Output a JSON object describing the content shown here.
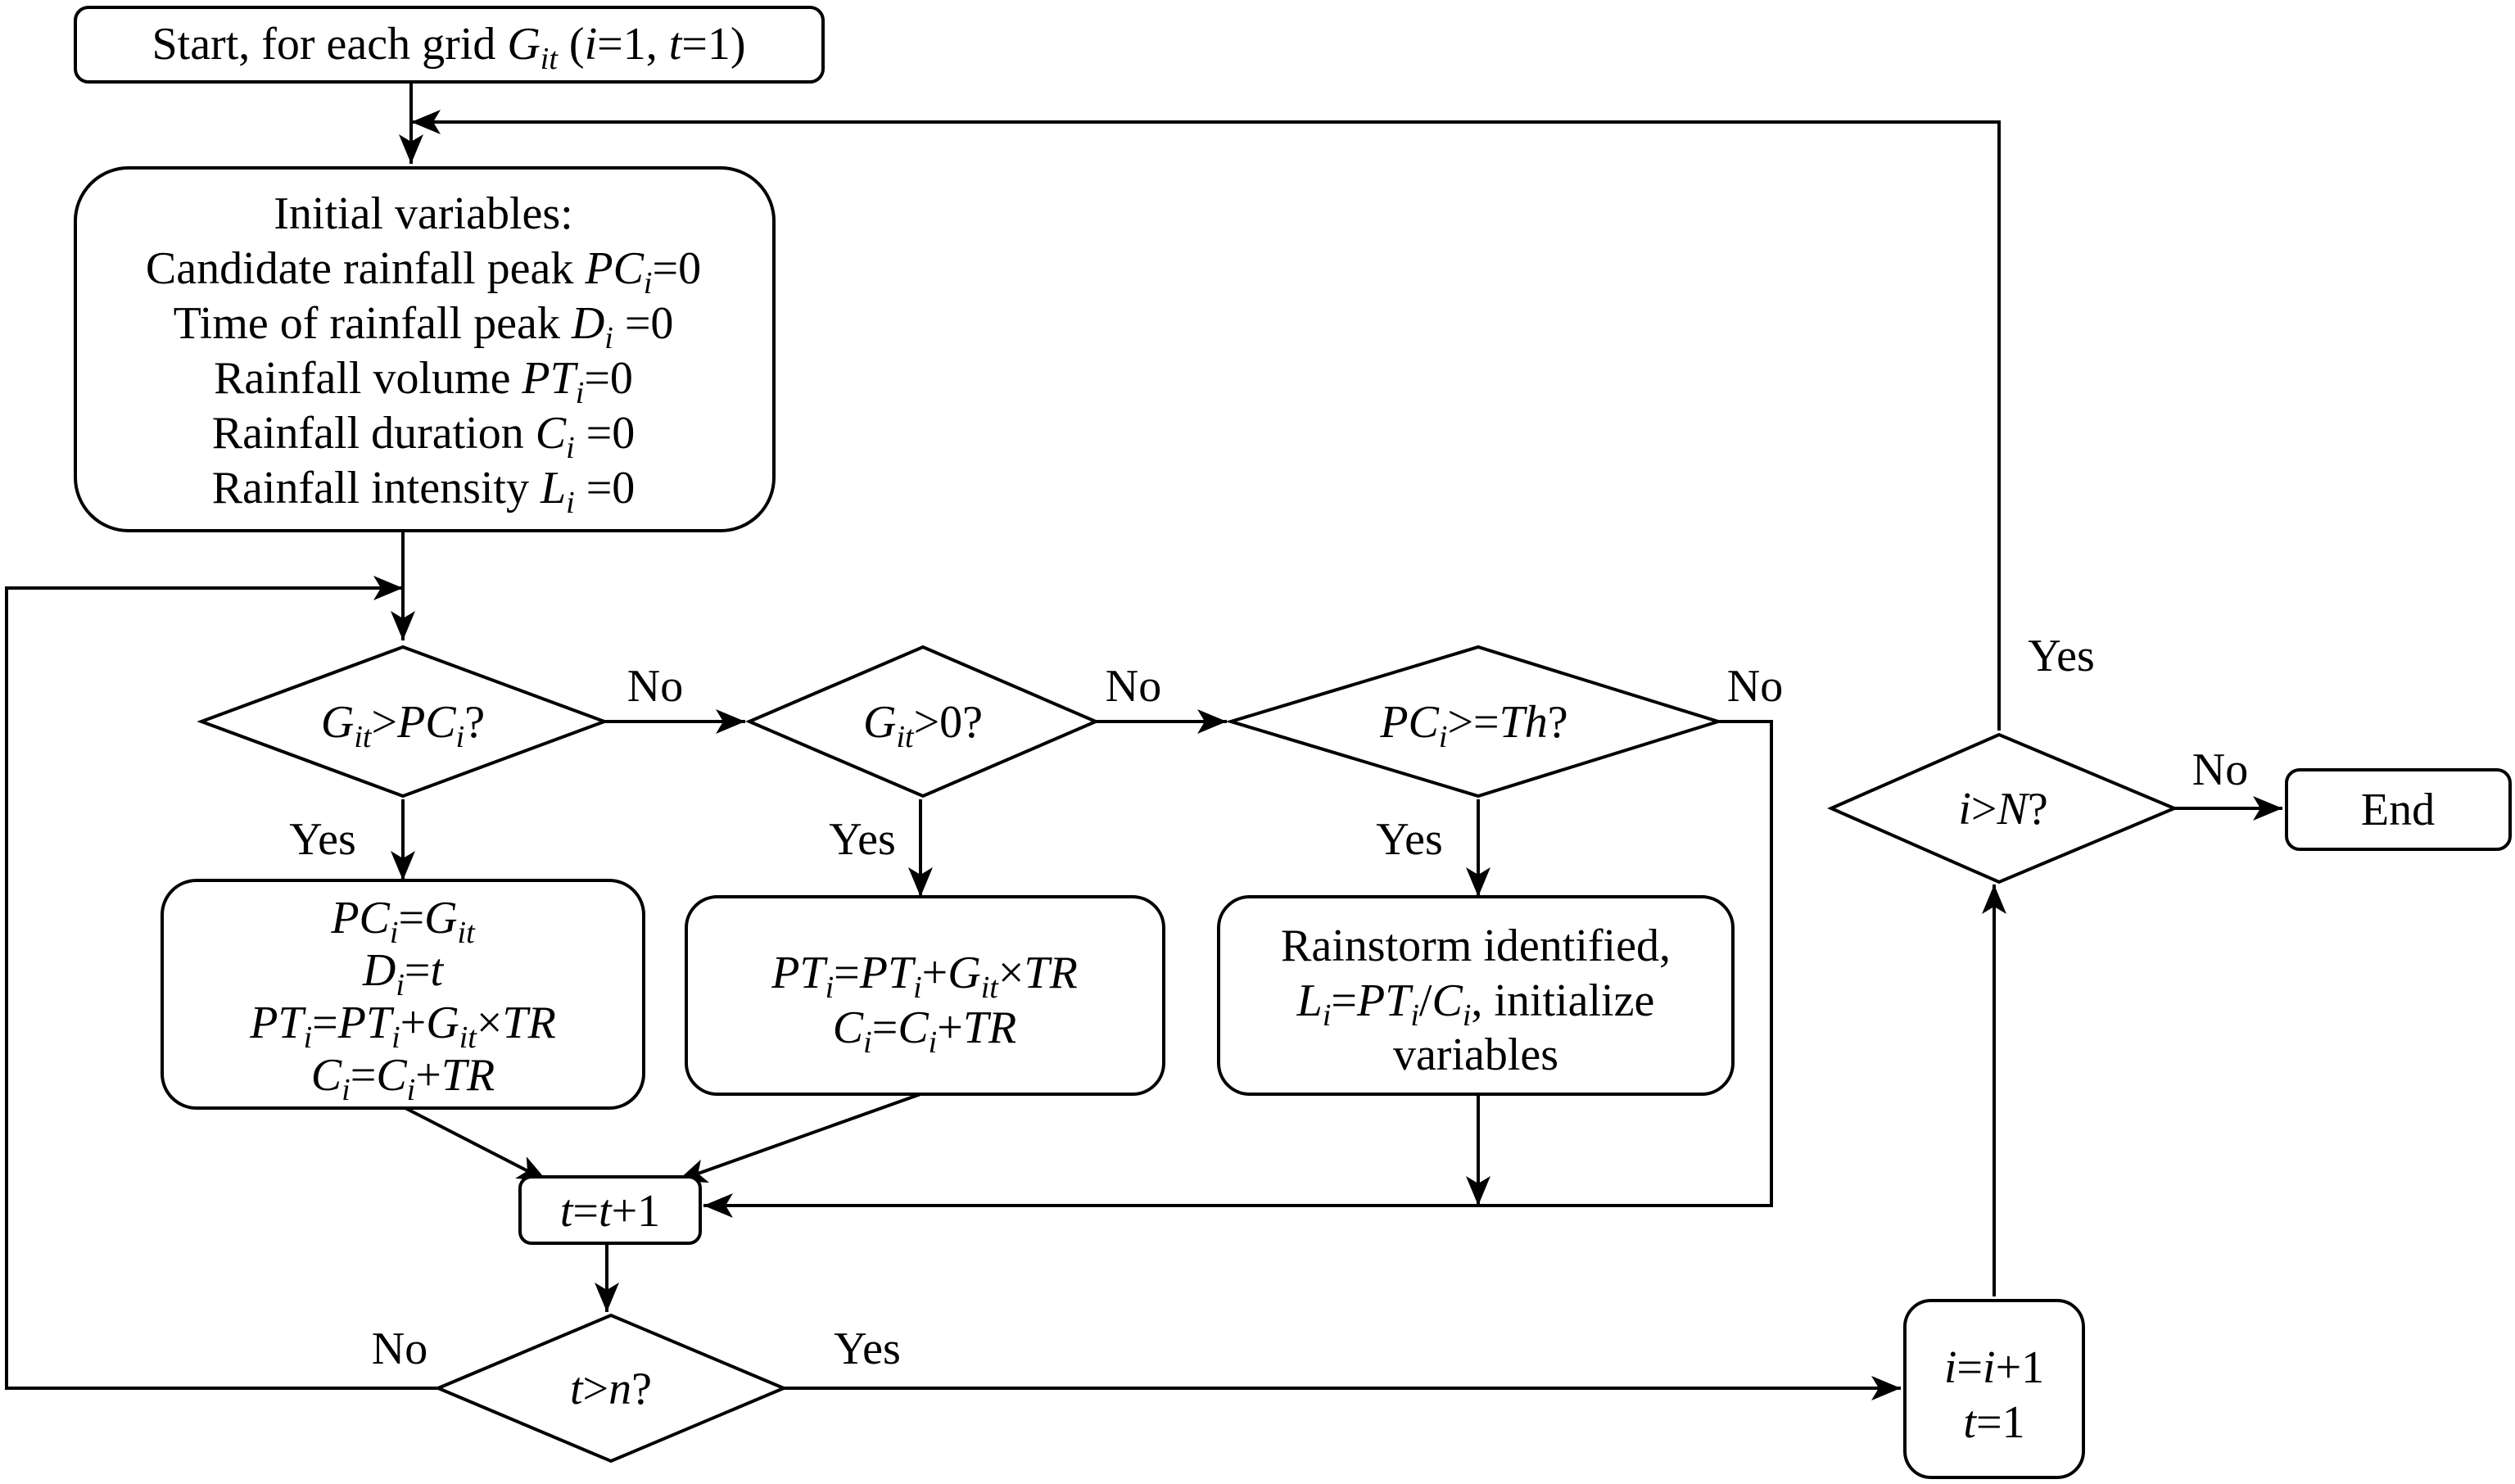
{
  "nodes": {
    "start": {
      "pre": "Start, for each grid ",
      "var": "G",
      "var_sub": "it",
      "mid1": " (",
      "i": "i",
      "eq1": "=1, ",
      "t": "t",
      "eq2": "=1)"
    },
    "init": {
      "title": "Initial variables:",
      "l1_pre": "Candidate rainfall peak ",
      "l1_var": "PC",
      "l1_sub": "i",
      "l1_post": "=0",
      "l2_pre": "Time of rainfall peak ",
      "l2_var": "D",
      "l2_sub": "i",
      "l2_post": " =0",
      "l3_pre": "Rainfall volume ",
      "l3_var": "PT",
      "l3_sub": "i",
      "l3_post": "=0",
      "l4_pre": "Rainfall duration ",
      "l4_var": "C",
      "l4_sub": "i",
      "l4_post": " =0",
      "l5_pre": "Rainfall intensity ",
      "l5_var": "L",
      "l5_sub": "i",
      "l5_post": " =0"
    },
    "d1": {
      "a": "G",
      "a_sub": "it",
      "op": ">",
      "b": "PC",
      "b_sub": "i",
      "q": "?"
    },
    "d2": {
      "a": "G",
      "a_sub": "it",
      "post": ">0?"
    },
    "d3": {
      "a": "PC",
      "a_sub": "i",
      "op": ">=",
      "b": "Th",
      "q": "?"
    },
    "b1": {
      "l1_a": "PC",
      "l1_a_sub": "i",
      "l1_eq": "=",
      "l1_b": "G",
      "l1_b_sub": "it",
      "l2_a": "D",
      "l2_a_sub": "i",
      "l2_eq": "=",
      "l2_b": "t",
      "l3_a": "PT",
      "l3_a_sub": "i",
      "l3_eq": "=",
      "l3_b": "PT",
      "l3_b_sub": "i",
      "l3_plus": "+",
      "l3_c": "G",
      "l3_c_sub": "it",
      "l3_x": "×",
      "l3_d": "TR",
      "l4_a": "C",
      "l4_a_sub": "i",
      "l4_eq": "=",
      "l4_b": "C",
      "l4_b_sub": "i",
      "l4_plus": "+",
      "l4_c": "TR"
    },
    "b2": {
      "l1_a": "PT",
      "l1_a_sub": "i",
      "l1_eq": "=",
      "l1_b": "PT",
      "l1_b_sub": "i",
      "l1_plus": "+",
      "l1_c": "G",
      "l1_c_sub": "it",
      "l1_x": "×",
      "l1_d": "TR",
      "l2_a": "C",
      "l2_a_sub": "i",
      "l2_eq": "=",
      "l2_b": "C",
      "l2_b_sub": "i",
      "l2_plus": "+",
      "l2_c": "TR"
    },
    "b3": {
      "l1": "Rainstorm identified,",
      "l2_a": "L",
      "l2_a_sub": "i",
      "l2_eq": "=",
      "l2_b": "PT",
      "l2_b_sub": "i",
      "l2_sl": "/",
      "l2_c": "C",
      "l2_c_sub": "i",
      "l2_post": ", initialize",
      "l3": "variables"
    },
    "inc_t": {
      "a": "t",
      "eq": "=",
      "b": "t",
      "post": "+1"
    },
    "d4": {
      "a": "t",
      "op": ">",
      "b": "n",
      "q": "?"
    },
    "inc_i": {
      "l1_a": "i",
      "l1_eq": "=",
      "l1_b": "i",
      "l1_post": "+1",
      "l2_a": "t",
      "l2_post": "=1"
    },
    "d5": {
      "a": "i",
      "op": ">",
      "b": "N",
      "q": "?"
    },
    "end": {
      "label": "End"
    }
  },
  "labels": {
    "d1_no": "No",
    "d1_yes": "Yes",
    "d2_no": "No",
    "d2_yes": "Yes",
    "d3_no": "No",
    "d3_yes": "Yes",
    "d4_no": "No",
    "d4_yes": "Yes",
    "d5_yes": "Yes",
    "d5_no": "No"
  }
}
